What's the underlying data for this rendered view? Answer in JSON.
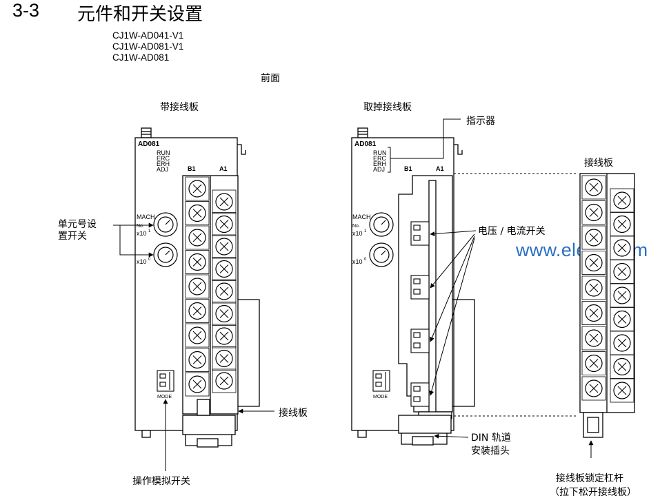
{
  "section": {
    "number": "3-3",
    "title": "元件和开关设置"
  },
  "models": [
    "CJ1W-AD041-V1",
    "CJ1W-AD081-V1",
    "CJ1W-AD081"
  ],
  "front_label": "前面",
  "left_unit": {
    "heading": "带接线板",
    "model_code": "AD081",
    "indicators": [
      "RUN",
      "ERC",
      "ERH",
      "ADJ"
    ],
    "col_b": "B1",
    "col_a": "A1",
    "mach_label": "MACH",
    "no_label": "No.",
    "x10_1": "x10",
    "sup1": "1",
    "x10_0": "x10",
    "sup0": "0",
    "mode_label": "MODE"
  },
  "right_unit": {
    "heading": "取掉接线板",
    "model_code": "AD081",
    "indicators": [
      "RUN",
      "ERC",
      "ERH",
      "ADJ"
    ],
    "col_b": "B1",
    "col_a": "A1",
    "mach_label": "MACH",
    "no_label": "No.",
    "x10_1": "x10",
    "sup1": "1",
    "x10_0": "x10",
    "sup0": "0",
    "mode_label": "MODE"
  },
  "terminal_block_heading": "接线板",
  "callouts": {
    "unit_switch_line1": "单元号设",
    "unit_switch_line2": "置开关",
    "mode_switch": "操作模拟开关",
    "terminal_block": "接线板",
    "indicator": "指示器",
    "voltage_current_switch": "电压 / 电流开关",
    "din_line1": "DIN 轨道",
    "din_line2": "安装插头",
    "lever_line1": "接线板锁定杠杆",
    "lever_line2": "（拉下松开接线板）"
  },
  "watermark": "www.eleok.com"
}
